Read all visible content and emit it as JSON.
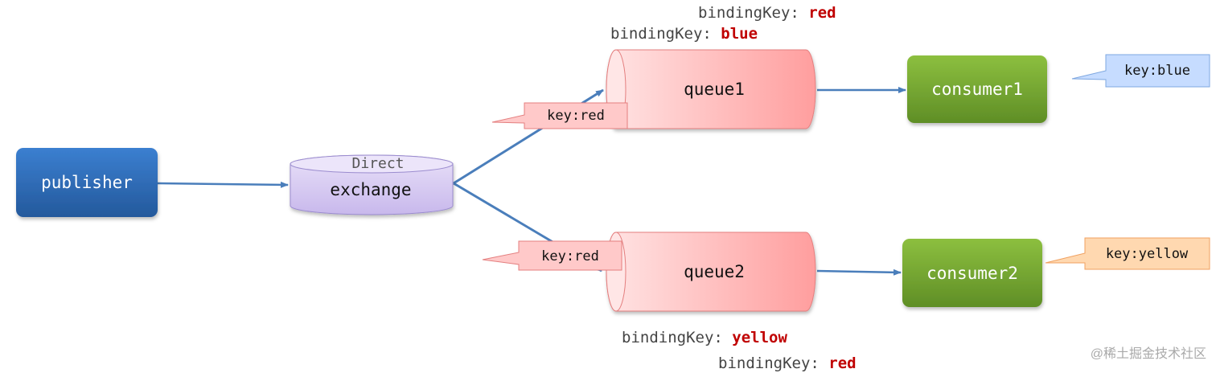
{
  "nodes": {
    "publisher": {
      "label": "publisher"
    },
    "exchange": {
      "type_label": "Direct",
      "label": "exchange"
    },
    "queue1": {
      "label": "queue1"
    },
    "queue2": {
      "label": "queue2"
    },
    "consumer1": {
      "label": "consumer1"
    },
    "consumer2": {
      "label": "consumer2"
    }
  },
  "binding_keys": {
    "queue1_red": {
      "prefix": "bindingKey: ",
      "value": "red"
    },
    "queue1_blue": {
      "prefix": "bindingKey: ",
      "value": "blue"
    },
    "queue2_yellow": {
      "prefix": "bindingKey: ",
      "value": "yellow"
    },
    "queue2_red": {
      "prefix": "bindingKey: ",
      "value": "red"
    }
  },
  "callouts": {
    "route_queue1": "key:red",
    "route_queue2": "key:red",
    "consumer1": "key:blue",
    "consumer2": "key:yellow"
  },
  "watermark": "@稀土掘金技术社区",
  "colors": {
    "arrow": "#4a7ebb",
    "publisher": "#2e6db4",
    "exchange": "#d9cdf2",
    "queue": "#ffc0c0",
    "consumer": "#76a534",
    "binding_value": "#c00000",
    "binding_prefix": "#444444",
    "callout_red": "#ffc9c9",
    "callout_blue": "#c6dcff",
    "callout_yellow": "#ffd8b0"
  }
}
